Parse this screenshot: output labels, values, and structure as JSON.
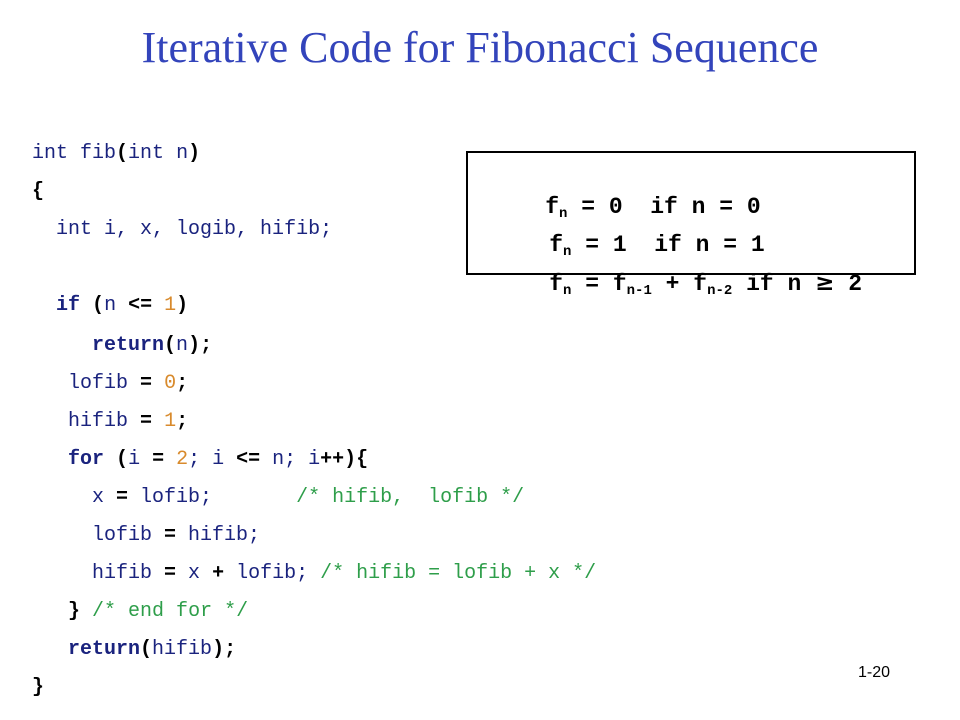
{
  "slide": {
    "title": "Iterative Code for Fibonacci Sequence",
    "number": "1-20"
  },
  "code": {
    "lines": [
      [
        {
          "t": "int",
          "c": "ty"
        },
        {
          "t": " fib",
          "c": "tx"
        },
        {
          "t": "(",
          "c": "op"
        },
        {
          "t": "int",
          "c": "ty"
        },
        {
          "t": " n",
          "c": "tx"
        },
        {
          "t": ")",
          "c": "op"
        }
      ],
      [
        {
          "t": "{",
          "c": "op"
        }
      ],
      [
        {
          "t": "  ",
          "c": "tx"
        },
        {
          "t": "int",
          "c": "ty"
        },
        {
          "t": " i, x, logib, hifib;",
          "c": "tx"
        }
      ],
      [],
      [
        {
          "t": "  ",
          "c": "tx"
        },
        {
          "t": "if",
          "c": "kw"
        },
        {
          "t": " ",
          "c": "tx"
        },
        {
          "t": "(",
          "c": "op"
        },
        {
          "t": "n ",
          "c": "tx"
        },
        {
          "t": "<=",
          "c": "op"
        },
        {
          "t": " ",
          "c": "tx"
        },
        {
          "t": "1",
          "c": "num"
        },
        {
          "t": ")",
          "c": "op"
        }
      ],
      [
        {
          "t": "     ",
          "c": "tx"
        },
        {
          "t": "return",
          "c": "kw"
        },
        {
          "t": "(",
          "c": "op"
        },
        {
          "t": "n",
          "c": "tx"
        },
        {
          "t": ");",
          "c": "op"
        }
      ],
      [
        {
          "t": "   lofib ",
          "c": "tx"
        },
        {
          "t": "=",
          "c": "op"
        },
        {
          "t": " ",
          "c": "tx"
        },
        {
          "t": "0",
          "c": "num"
        },
        {
          "t": ";",
          "c": "op"
        }
      ],
      [
        {
          "t": "   hifib ",
          "c": "tx"
        },
        {
          "t": "=",
          "c": "op"
        },
        {
          "t": " ",
          "c": "tx"
        },
        {
          "t": "1",
          "c": "num"
        },
        {
          "t": ";",
          "c": "op"
        }
      ],
      [
        {
          "t": "   ",
          "c": "tx"
        },
        {
          "t": "for",
          "c": "kw"
        },
        {
          "t": " ",
          "c": "tx"
        },
        {
          "t": "(",
          "c": "op"
        },
        {
          "t": "i ",
          "c": "tx"
        },
        {
          "t": "=",
          "c": "op"
        },
        {
          "t": " ",
          "c": "tx"
        },
        {
          "t": "2",
          "c": "num"
        },
        {
          "t": "; i ",
          "c": "tx"
        },
        {
          "t": "<=",
          "c": "op"
        },
        {
          "t": " n; i",
          "c": "tx"
        },
        {
          "t": "++){",
          "c": "op"
        }
      ],
      [
        {
          "t": "     x ",
          "c": "tx"
        },
        {
          "t": "=",
          "c": "op"
        },
        {
          "t": " lofib;       ",
          "c": "tx"
        },
        {
          "t": "/* hifib,  lofib */",
          "c": "cm"
        }
      ],
      [
        {
          "t": "     lofib ",
          "c": "tx"
        },
        {
          "t": "=",
          "c": "op"
        },
        {
          "t": " hifib;",
          "c": "tx"
        }
      ],
      [
        {
          "t": "     hifib ",
          "c": "tx"
        },
        {
          "t": "=",
          "c": "op"
        },
        {
          "t": " x ",
          "c": "tx"
        },
        {
          "t": "+",
          "c": "op"
        },
        {
          "t": " lofib; ",
          "c": "tx"
        },
        {
          "t": "/* hifib = lofib + x */",
          "c": "cm"
        }
      ],
      [
        {
          "t": "   ",
          "c": "tx"
        },
        {
          "t": "}",
          "c": "op"
        },
        {
          "t": " ",
          "c": "tx"
        },
        {
          "t": "/* end for */",
          "c": "cm"
        }
      ],
      [
        {
          "t": "   ",
          "c": "tx"
        },
        {
          "t": "return",
          "c": "kw"
        },
        {
          "t": "(",
          "c": "op"
        },
        {
          "t": "hifib",
          "c": "tx"
        },
        {
          "t": ");",
          "c": "op"
        }
      ],
      [
        {
          "t": "}",
          "c": "op"
        }
      ]
    ]
  },
  "formula": {
    "line1": {
      "f": "f",
      "sub": "n",
      "rest": " = 0  if n = 0"
    },
    "line2": {
      "f": "f",
      "sub": "n",
      "rest": " = 1  if n = 1"
    },
    "line3": {
      "f": "f",
      "sub": "n",
      "eq": " = f",
      "sub1": "n-1",
      "plus": " + f",
      "sub2": "n-2",
      "rest": " if n ",
      "geq": "≥",
      "two": " 2"
    }
  }
}
